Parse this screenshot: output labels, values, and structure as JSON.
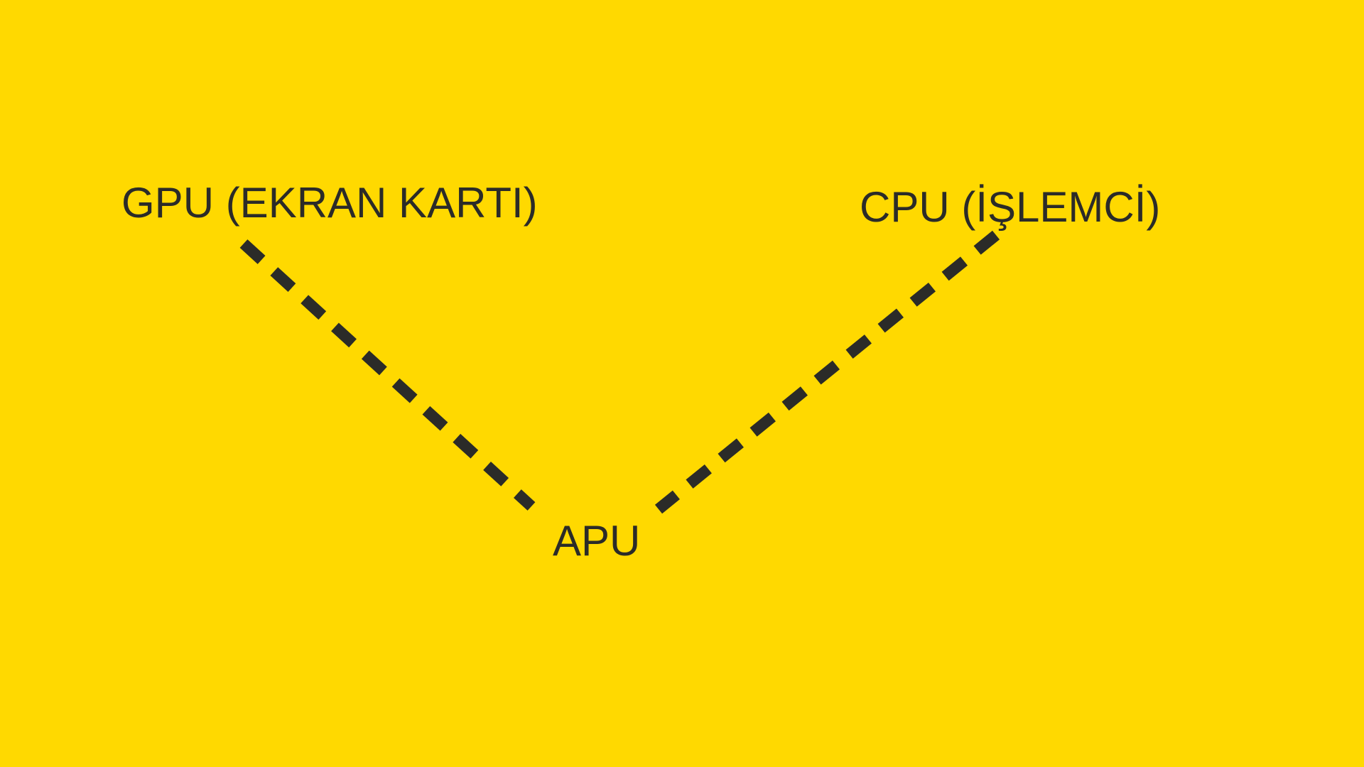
{
  "nodes": {
    "gpu": "GPU (EKRAN KARTI)",
    "cpu": "CPU (İŞLEMCİ)",
    "apu": "APU"
  },
  "colors": {
    "background": "#FFD900",
    "foreground": "#2b2b28"
  }
}
